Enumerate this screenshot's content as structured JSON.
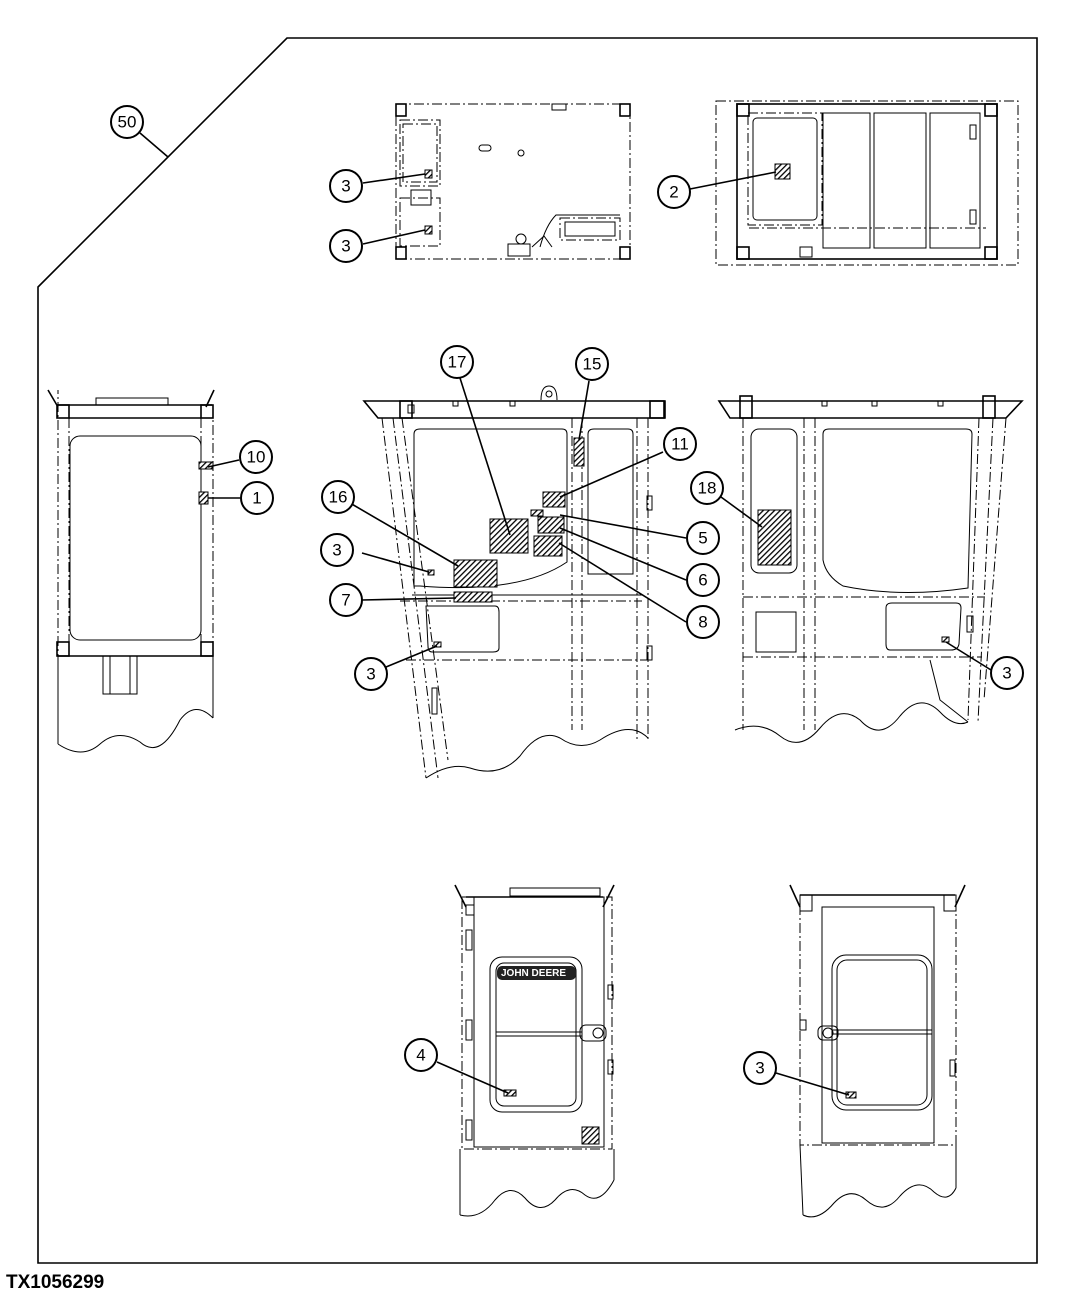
{
  "figure_id": "TX1056299",
  "door_plate_text": "JOHN DEERE",
  "callouts": {
    "c50": "50",
    "c3_a": "3",
    "c3_b": "3",
    "c2": "2",
    "c10": "10",
    "c1": "1",
    "c17": "17",
    "c15": "15",
    "c11": "11",
    "c16": "16",
    "c5": "5",
    "c6": "6",
    "c8": "8",
    "c3_c": "3",
    "c7": "7",
    "c3_d": "3",
    "c18": "18",
    "c3_e": "3",
    "c4": "4",
    "c3_f": "3"
  },
  "colors": {
    "line": "#000000",
    "background": "#ffffff"
  }
}
